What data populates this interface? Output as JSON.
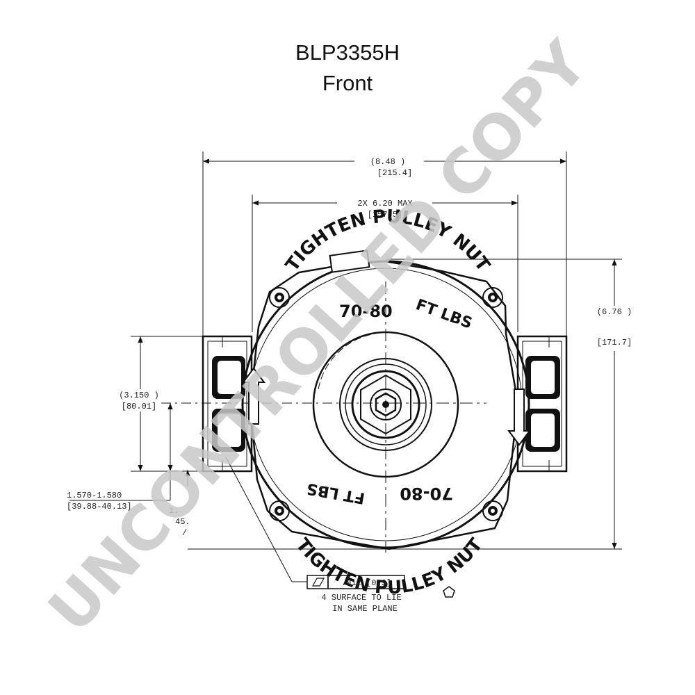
{
  "header": {
    "part_number": "BLP3355H",
    "view": "Front"
  },
  "dimensions": {
    "overall_width_in": "(8.48   )",
    "overall_width_mm": "[215.4]",
    "mount_span": "2X 6.20   MAX",
    "mount_span_mm": "[157.5]",
    "height_in": "(6.76   )",
    "height_mm": "[171.7]",
    "ear_height_in": "(3.150  )",
    "ear_height_mm": "[80.01]",
    "bore_range_in": "1.570-1.580",
    "bore_range_mm": "[39.88-40.13]",
    "small_dim_line1": "1.",
    "small_dim_line2": "45.",
    "small_dim_line3": "/"
  },
  "callout": {
    "flatness_value": ".012 [0.3]",
    "note_line1": "4 SURFACE TO LIE",
    "note_line2": "IN SAME PLANE"
  },
  "housing_text": {
    "top_arc": "TIGHTEN PULLEY NUT",
    "top_torque": "70-80",
    "top_units": "FT LBS",
    "bottom_arc": "TIGHTEN PULLEY NUT",
    "bottom_torque": "70-80",
    "bottom_units": "FT LBS"
  },
  "watermark": {
    "text": "UNCONTROLLED COPY",
    "color": "#c8c8c8"
  }
}
